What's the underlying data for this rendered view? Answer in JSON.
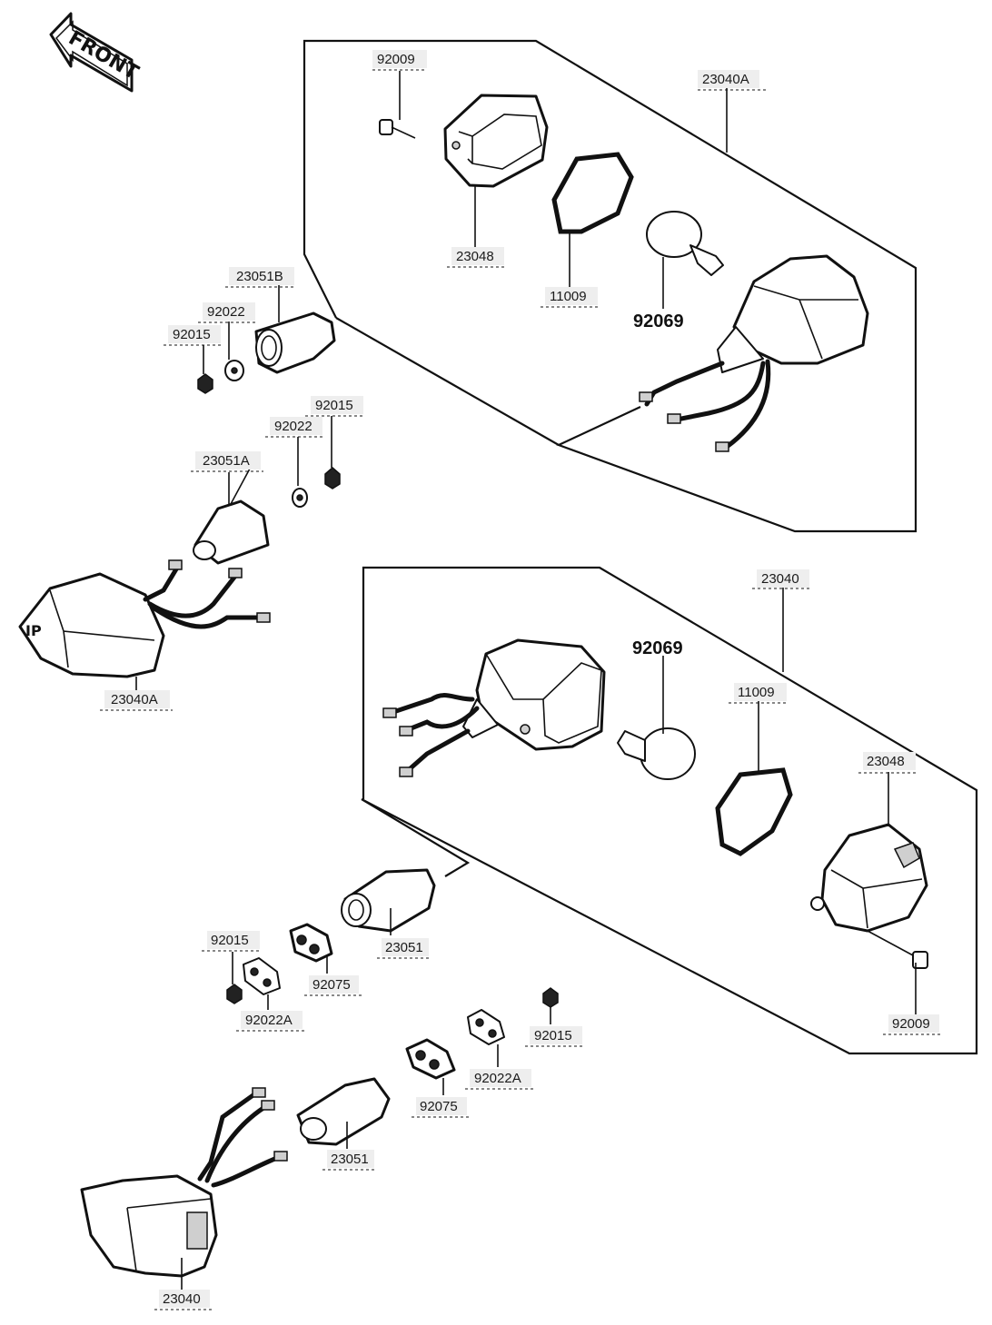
{
  "diagram": {
    "front_arrow": "FRONT",
    "labels": {
      "p92009_top": "92009",
      "p23040A_frame": "23040A",
      "p23048_top": "23048",
      "p11009_top": "11009",
      "p92069_top": "92069",
      "p23051B": "23051B",
      "p92022_a": "92022",
      "p92015_a": "92015",
      "p92015_b": "92015",
      "p92022_b": "92022",
      "p23051A": "23051A",
      "p23040A_left": "23040A",
      "p23040_frame": "23040",
      "p92069_mid": "92069",
      "p11009_mid": "11009",
      "p23048_mid": "23048",
      "p92015_c": "92015",
      "p23051_a": "23051",
      "p92075_a": "92075",
      "p92022A_a": "92022A",
      "p92015_d": "92015",
      "p92022A_b": "92022A",
      "p92009_mid": "92009",
      "p92075_b": "92075",
      "p23051_b": "23051",
      "p23040_bottom": "23040"
    }
  }
}
